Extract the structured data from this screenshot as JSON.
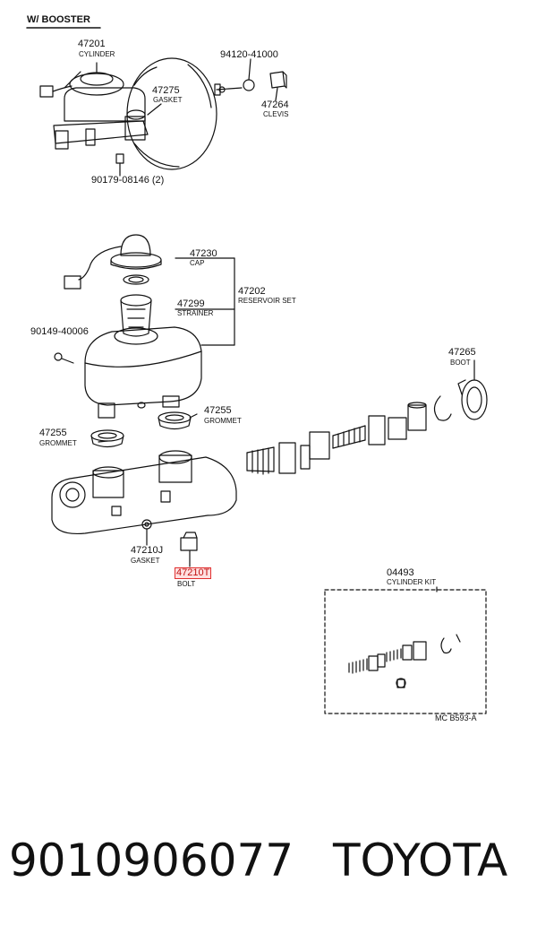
{
  "diagram": {
    "section_title": "W/ BOOSTER",
    "labels": {
      "cyl_num": "47201",
      "cyl_name": "CYLINDER",
      "pin_num": "94120-41000",
      "gasket_top_num": "47275",
      "gasket_top_name": "GASKET",
      "clevis_num": "47264",
      "clevis_name": "CLEVIS",
      "nut_num": "90179-08146 (2)",
      "cap_num": "47230",
      "cap_name": "CAP",
      "res_num": "47202",
      "res_name": "RESERVOIR SET",
      "strainer_num": "47299",
      "strainer_name": "STRAINER",
      "screw_num": "90149-40006",
      "boot_num": "47265",
      "boot_name": "BOOT",
      "grommet_r_num": "47255",
      "grommet_r_name": "GROMMET",
      "grommet_l_num": "47255",
      "grommet_l_name": "GROMMET",
      "gasket_bot_num": "47210J",
      "gasket_bot_name": "GASKET",
      "bolt_num": "47210T",
      "bolt_name": "BOLT",
      "kit_num": "04493",
      "kit_name": "CYLINDER KIT",
      "code": "MC  B593-A"
    }
  },
  "footer": {
    "part_number": "9010906077",
    "brand": "TOYOTA"
  },
  "colors": {
    "line": "#111111",
    "highlight": "#e03030"
  }
}
